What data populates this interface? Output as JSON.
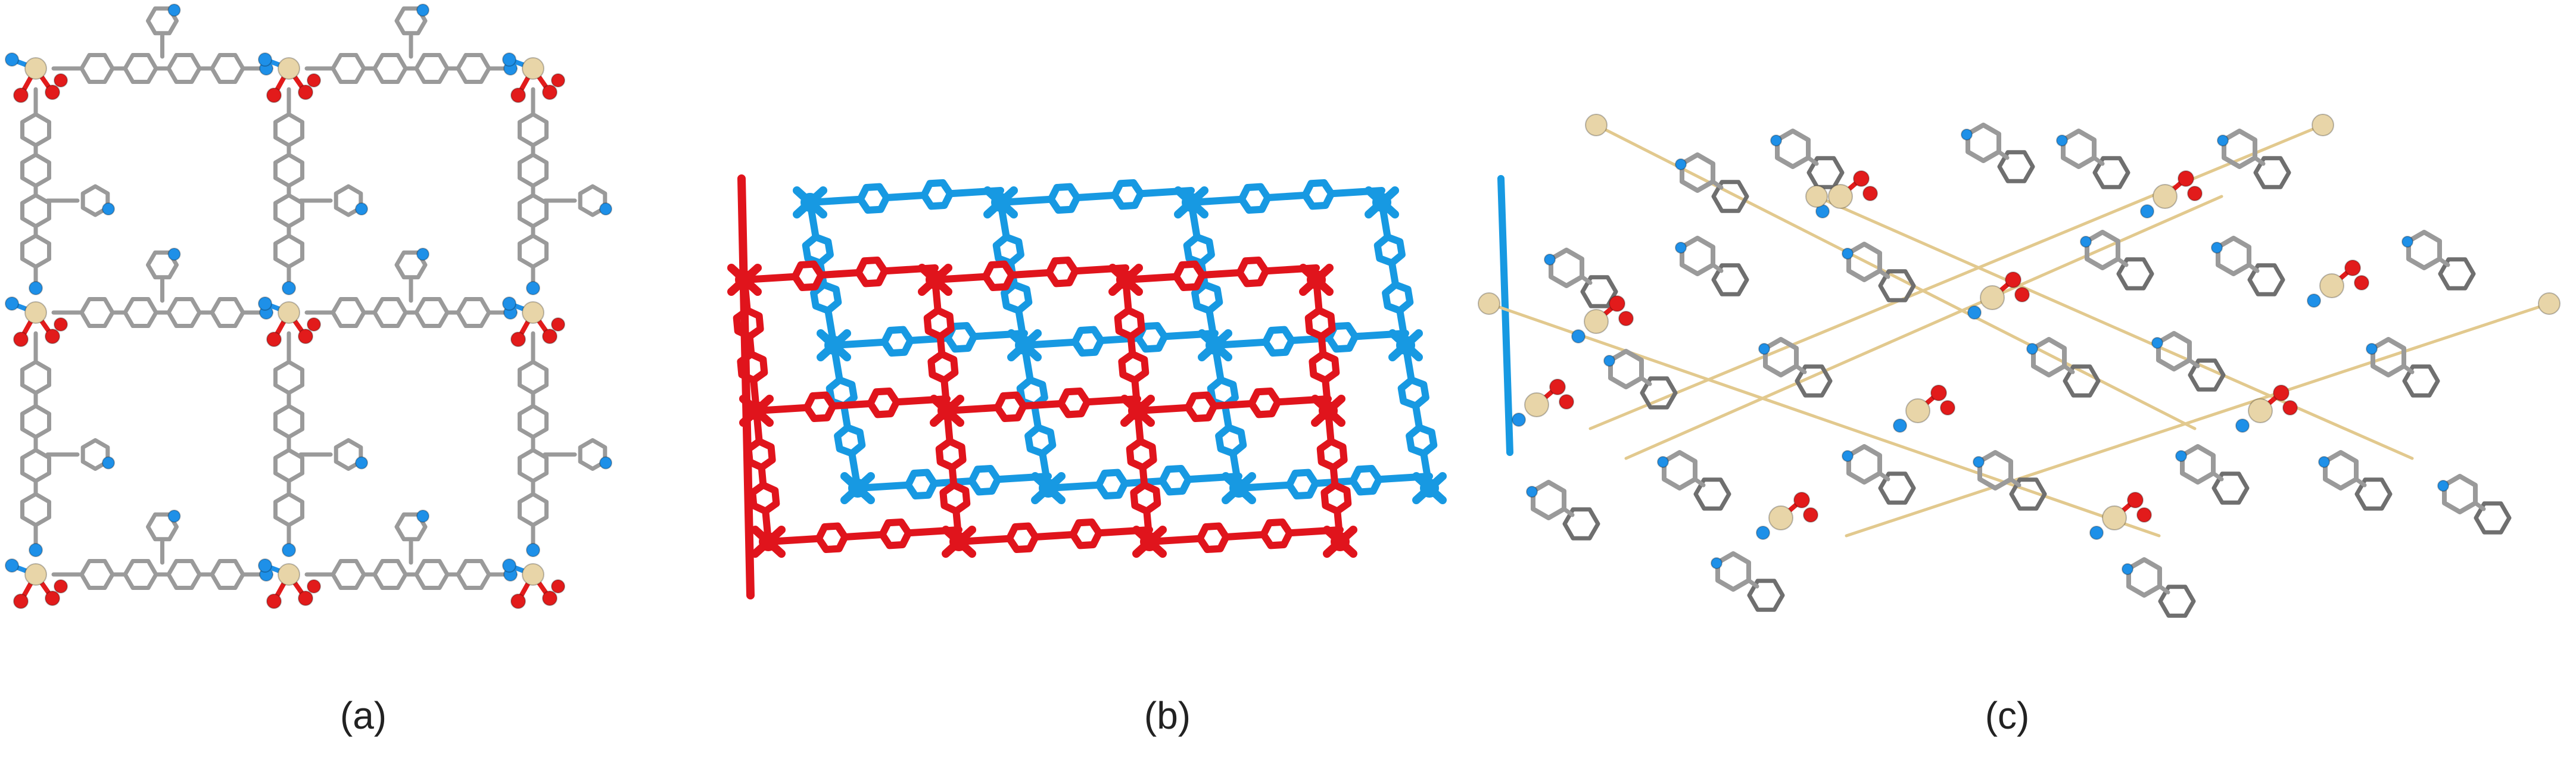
{
  "figure": {
    "panels": [
      {
        "id": "a",
        "caption": "(a)"
      },
      {
        "id": "b",
        "caption": "(b)"
      },
      {
        "id": "c",
        "caption": "(c)"
      }
    ]
  },
  "colors": {
    "carbon": "#9a9a9a",
    "nitrogen": "#1e90e8",
    "oxygen": "#e21b1b",
    "metal": "#e8d5a8",
    "net_red": "#e0141c",
    "net_blue": "#1799e2",
    "metal_link": "#e2c98e"
  }
}
